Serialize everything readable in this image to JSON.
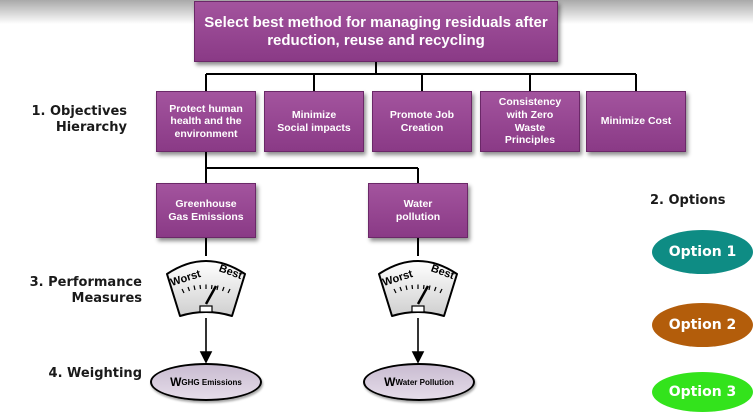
{
  "goal": {
    "line1": "Select best method for managing residuals after",
    "line2": "reduction, reuse and recycling"
  },
  "levels": {
    "objectives": [
      "1. Objectives",
      "Hierarchy"
    ],
    "performance": [
      "3. Performance",
      "Measures"
    ],
    "weighting": "4. Weighting",
    "options": "2. Options"
  },
  "objectives": [
    {
      "lines": [
        "Protect human",
        "health and the",
        "environment"
      ]
    },
    {
      "lines": [
        "Minimize",
        "Social impacts"
      ]
    },
    {
      "lines": [
        "Promote Job",
        "Creation"
      ]
    },
    {
      "lines": [
        "Consistency",
        "with Zero",
        "Waste",
        "Principles"
      ]
    },
    {
      "lines": [
        "Minimize Cost"
      ]
    }
  ],
  "sub_objectives": [
    {
      "lines": [
        "Greenhouse",
        "Gas Emissions"
      ]
    },
    {
      "lines": [
        "Water",
        "pollution"
      ]
    }
  ],
  "gauges": [
    {
      "worst": "Worst",
      "best": "Best"
    },
    {
      "worst": "Worst",
      "best": "Best"
    }
  ],
  "weights": [
    {
      "main": "W",
      "sub": "GHG Emissions"
    },
    {
      "main": "W",
      "sub": "Water Pollution"
    }
  ],
  "options": [
    {
      "label": "Option 1",
      "color": "#0e8c84"
    },
    {
      "label": "Option 2",
      "color": "#b35d0b"
    },
    {
      "label": "Option 3",
      "color": "#33e31c"
    }
  ],
  "colors": {
    "box": "#8f3f8b",
    "ellipse_fill": "#d8cde0"
  }
}
